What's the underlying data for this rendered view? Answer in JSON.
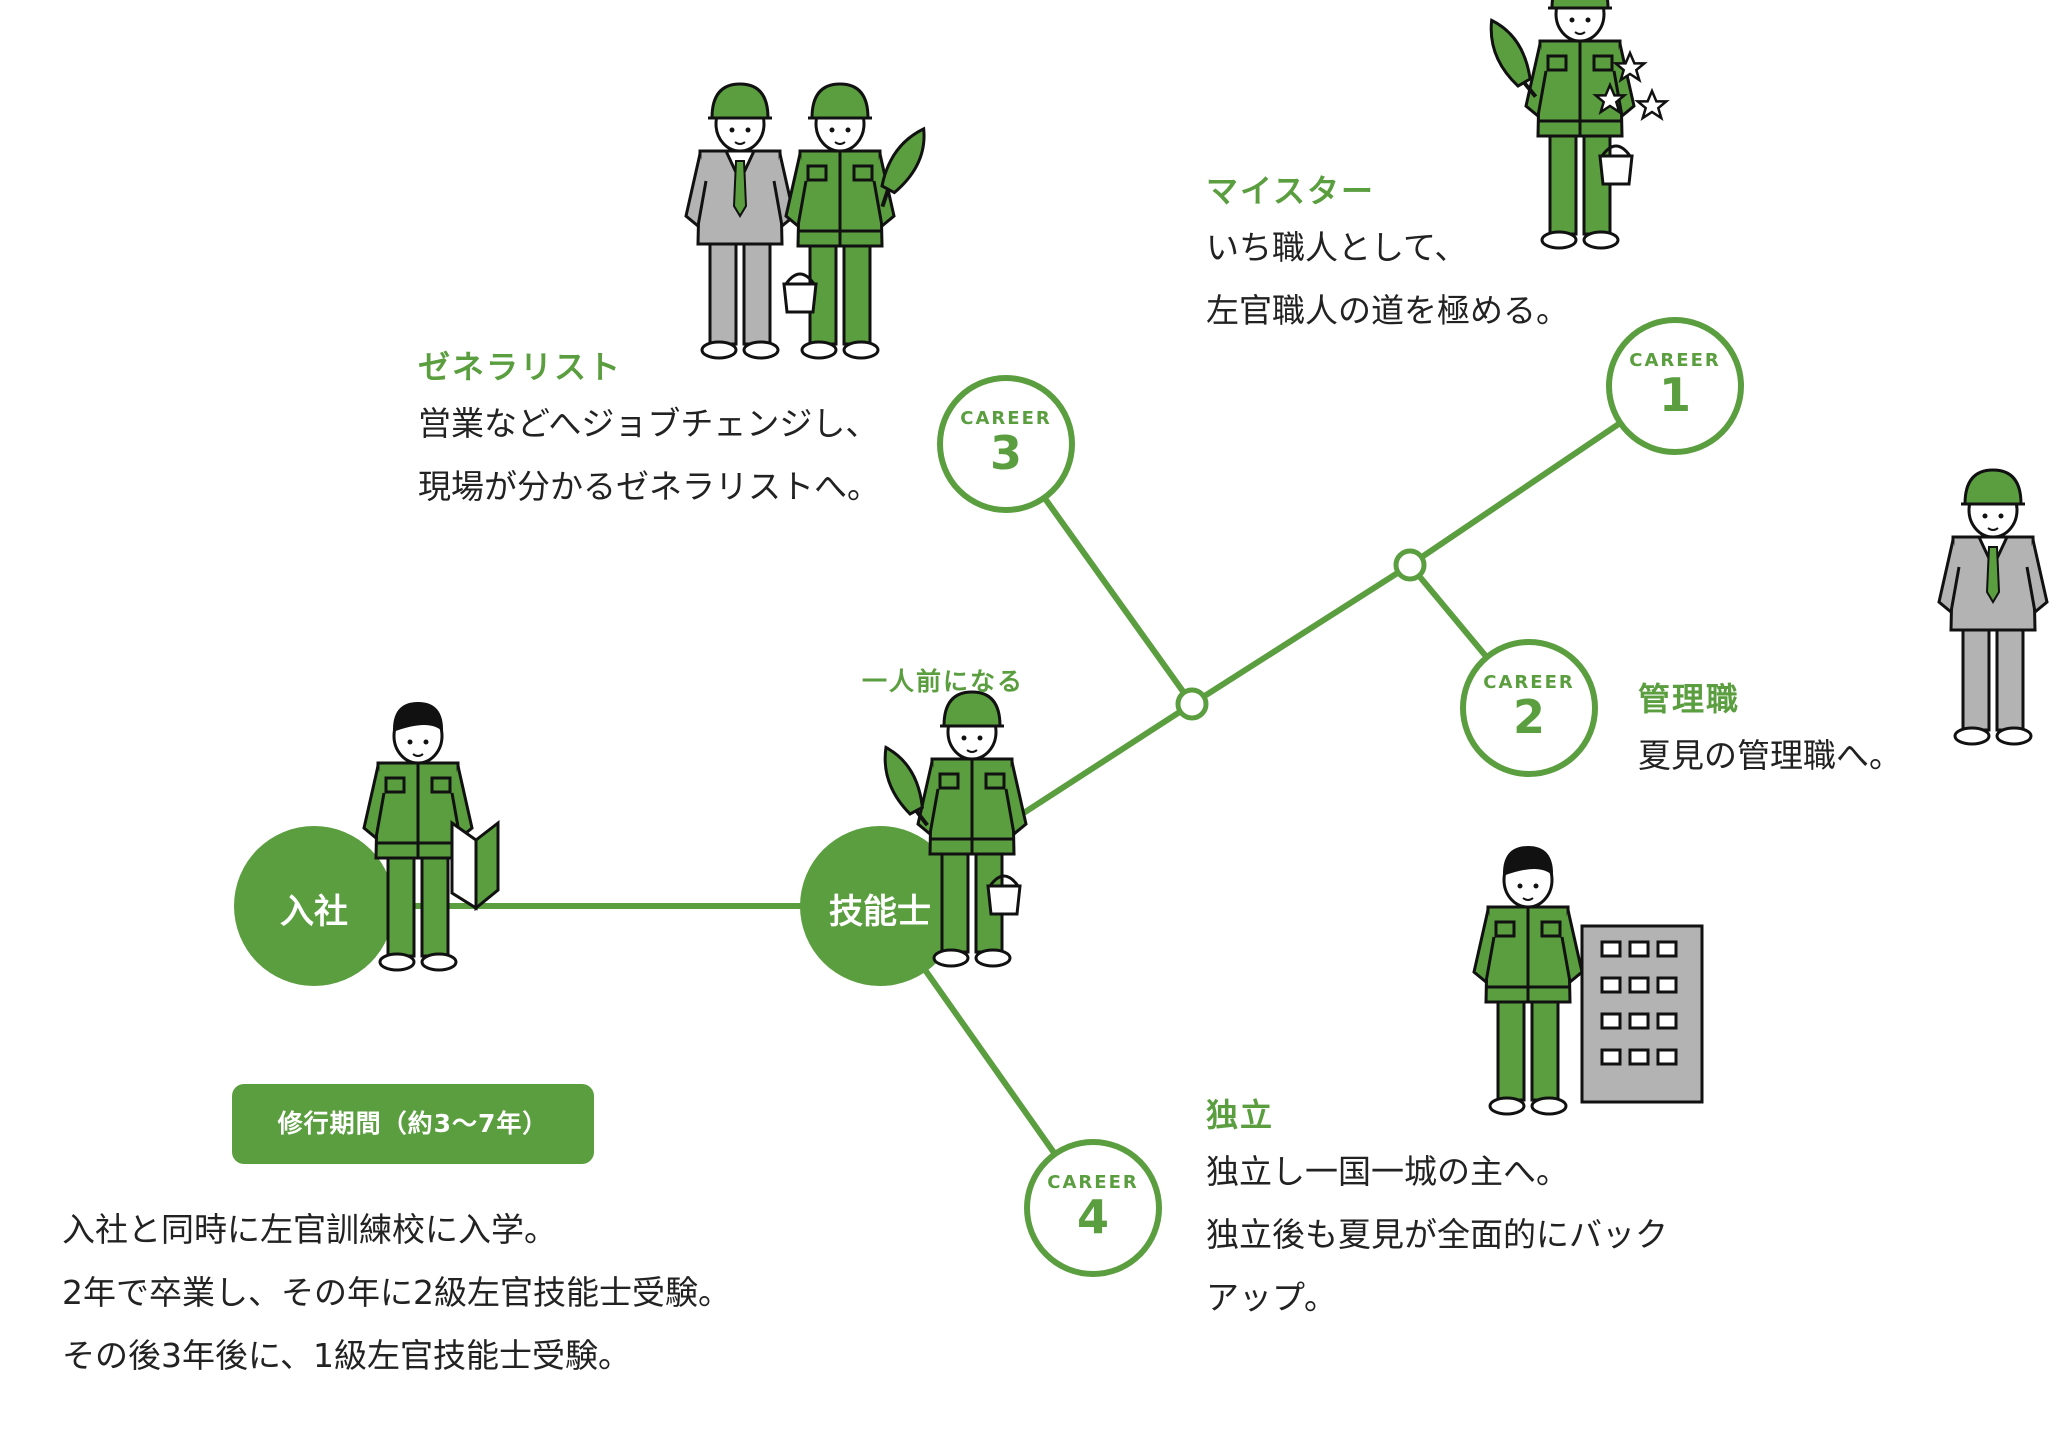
{
  "nodes": {
    "join": "入社",
    "skilled": "技能士",
    "skilled_caption": "一人前になる"
  },
  "training": {
    "badge": "修行期間（約3〜7年）",
    "lines": [
      "入社と同時に左官訓練校に入学。",
      "2年で卒業し、その年に2級左官技能士受験。",
      "その後3年後に、1級左官技能士受験。"
    ]
  },
  "careers": [
    {
      "word": "CAREER",
      "number": "1",
      "title": "マイスター",
      "lines": [
        "いち職人として、",
        "左官職人の道を極める。"
      ]
    },
    {
      "word": "CAREER",
      "number": "2",
      "title": "管理職",
      "lines": [
        "夏見の管理職へ。"
      ]
    },
    {
      "word": "CAREER",
      "number": "3",
      "title": "ゼネラリスト",
      "lines": [
        "営業などへジョブチェンジし、",
        "現場が分かるゼネラリストへ。"
      ]
    },
    {
      "word": "CAREER",
      "number": "4",
      "title": "独立",
      "lines": [
        "独立し一国一城の主へ。",
        "独立後も夏見が全面的にバック",
        "アップ。"
      ]
    }
  ],
  "icons": {
    "join_worker": "worker-with-beginner-mark-icon",
    "skilled_worker": "worker-with-trowel-and-bucket-icon",
    "meister_worker": "worker-with-stars-icon",
    "generalist_pair": "businessman-and-worker-icon",
    "manager": "manager-in-suit-icon",
    "independent": "worker-with-building-icon"
  },
  "colors": {
    "brand_green": "#5a9e3f",
    "suit_gray": "#b3b3b3",
    "text": "#222222"
  }
}
